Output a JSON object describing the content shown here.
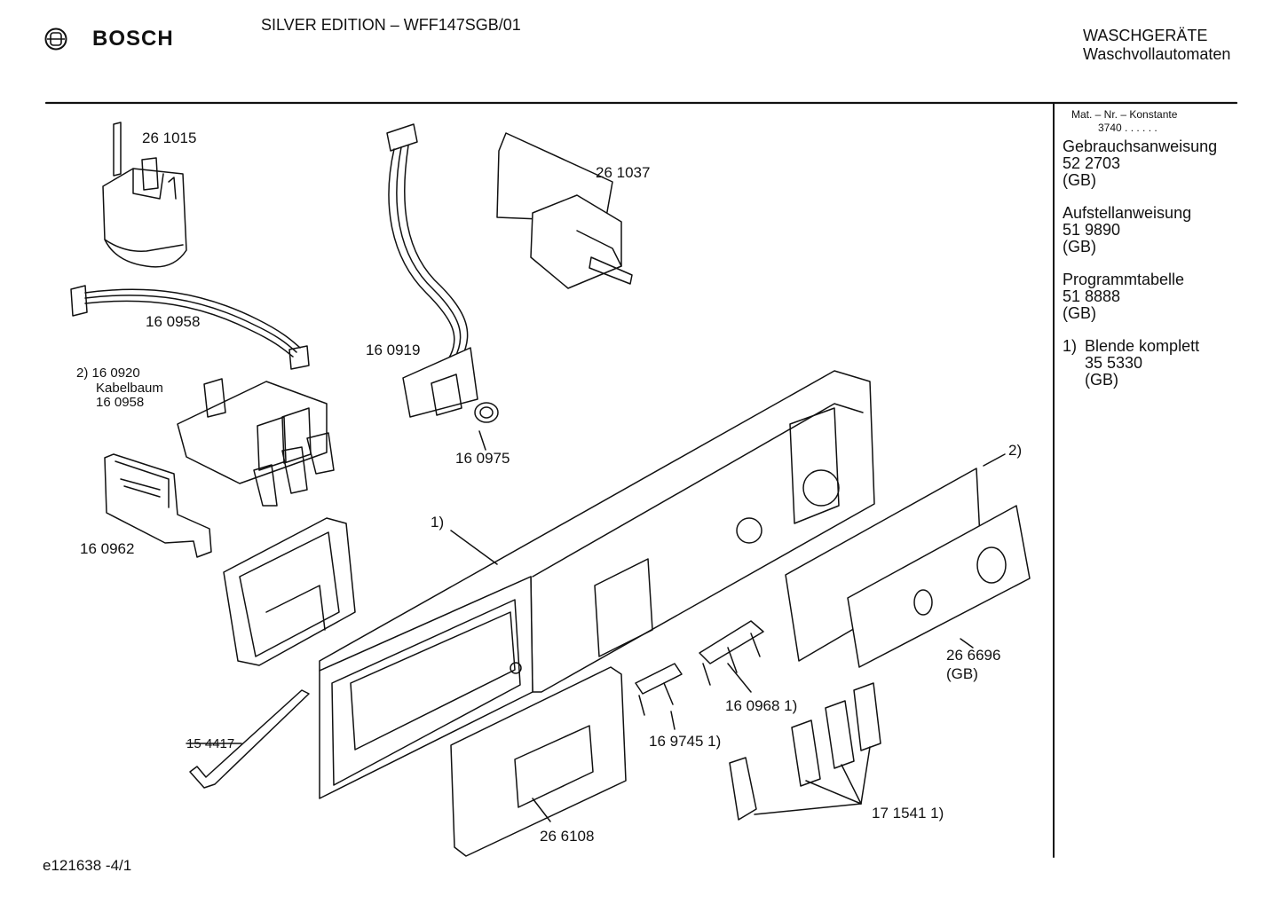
{
  "header": {
    "brand": "BOSCH",
    "model": "SILVER EDITION – WFF147SGB/01",
    "category_line1": "WASCHGERÄTE",
    "category_line2": "Waschvollautomaten"
  },
  "sidebar": {
    "mat_label": "Mat. – Nr. – Konstante",
    "mat_value": "3740 . . . . . .",
    "docs": [
      {
        "title": "Gebrauchsanweisung",
        "number": "52 2703",
        "region": "(GB)"
      },
      {
        "title": "Aufstellanweisung",
        "number": "51 9890",
        "region": "(GB)"
      },
      {
        "title": "Programmtabelle",
        "number": "51 8888",
        "region": "(GB)"
      }
    ],
    "note": {
      "marker": "1)",
      "title": "Blende komplett",
      "number": "35 5330",
      "region": "(GB)"
    }
  },
  "parts": {
    "p261015": "26 1015",
    "p261037": "26 1037",
    "p160958": "16 0958",
    "p160919": "16 0919",
    "p160920_a": "2) 16 0920",
    "p160920_b": "Kabelbaum",
    "p160920_c": "16 0958",
    "p160975": "16 0975",
    "p160962": "16 0962",
    "ref1": "1)",
    "ref2": "2)",
    "p266696": "26 6696",
    "p266696_gb": "(GB)",
    "p160968": "16 0968 1)",
    "p169745": "16 9745 1)",
    "p154417": "15 4417",
    "p171541": "17 1541 1)",
    "p266108": "26 6108"
  },
  "footer": {
    "doc_id": "e121638 -4/1"
  }
}
